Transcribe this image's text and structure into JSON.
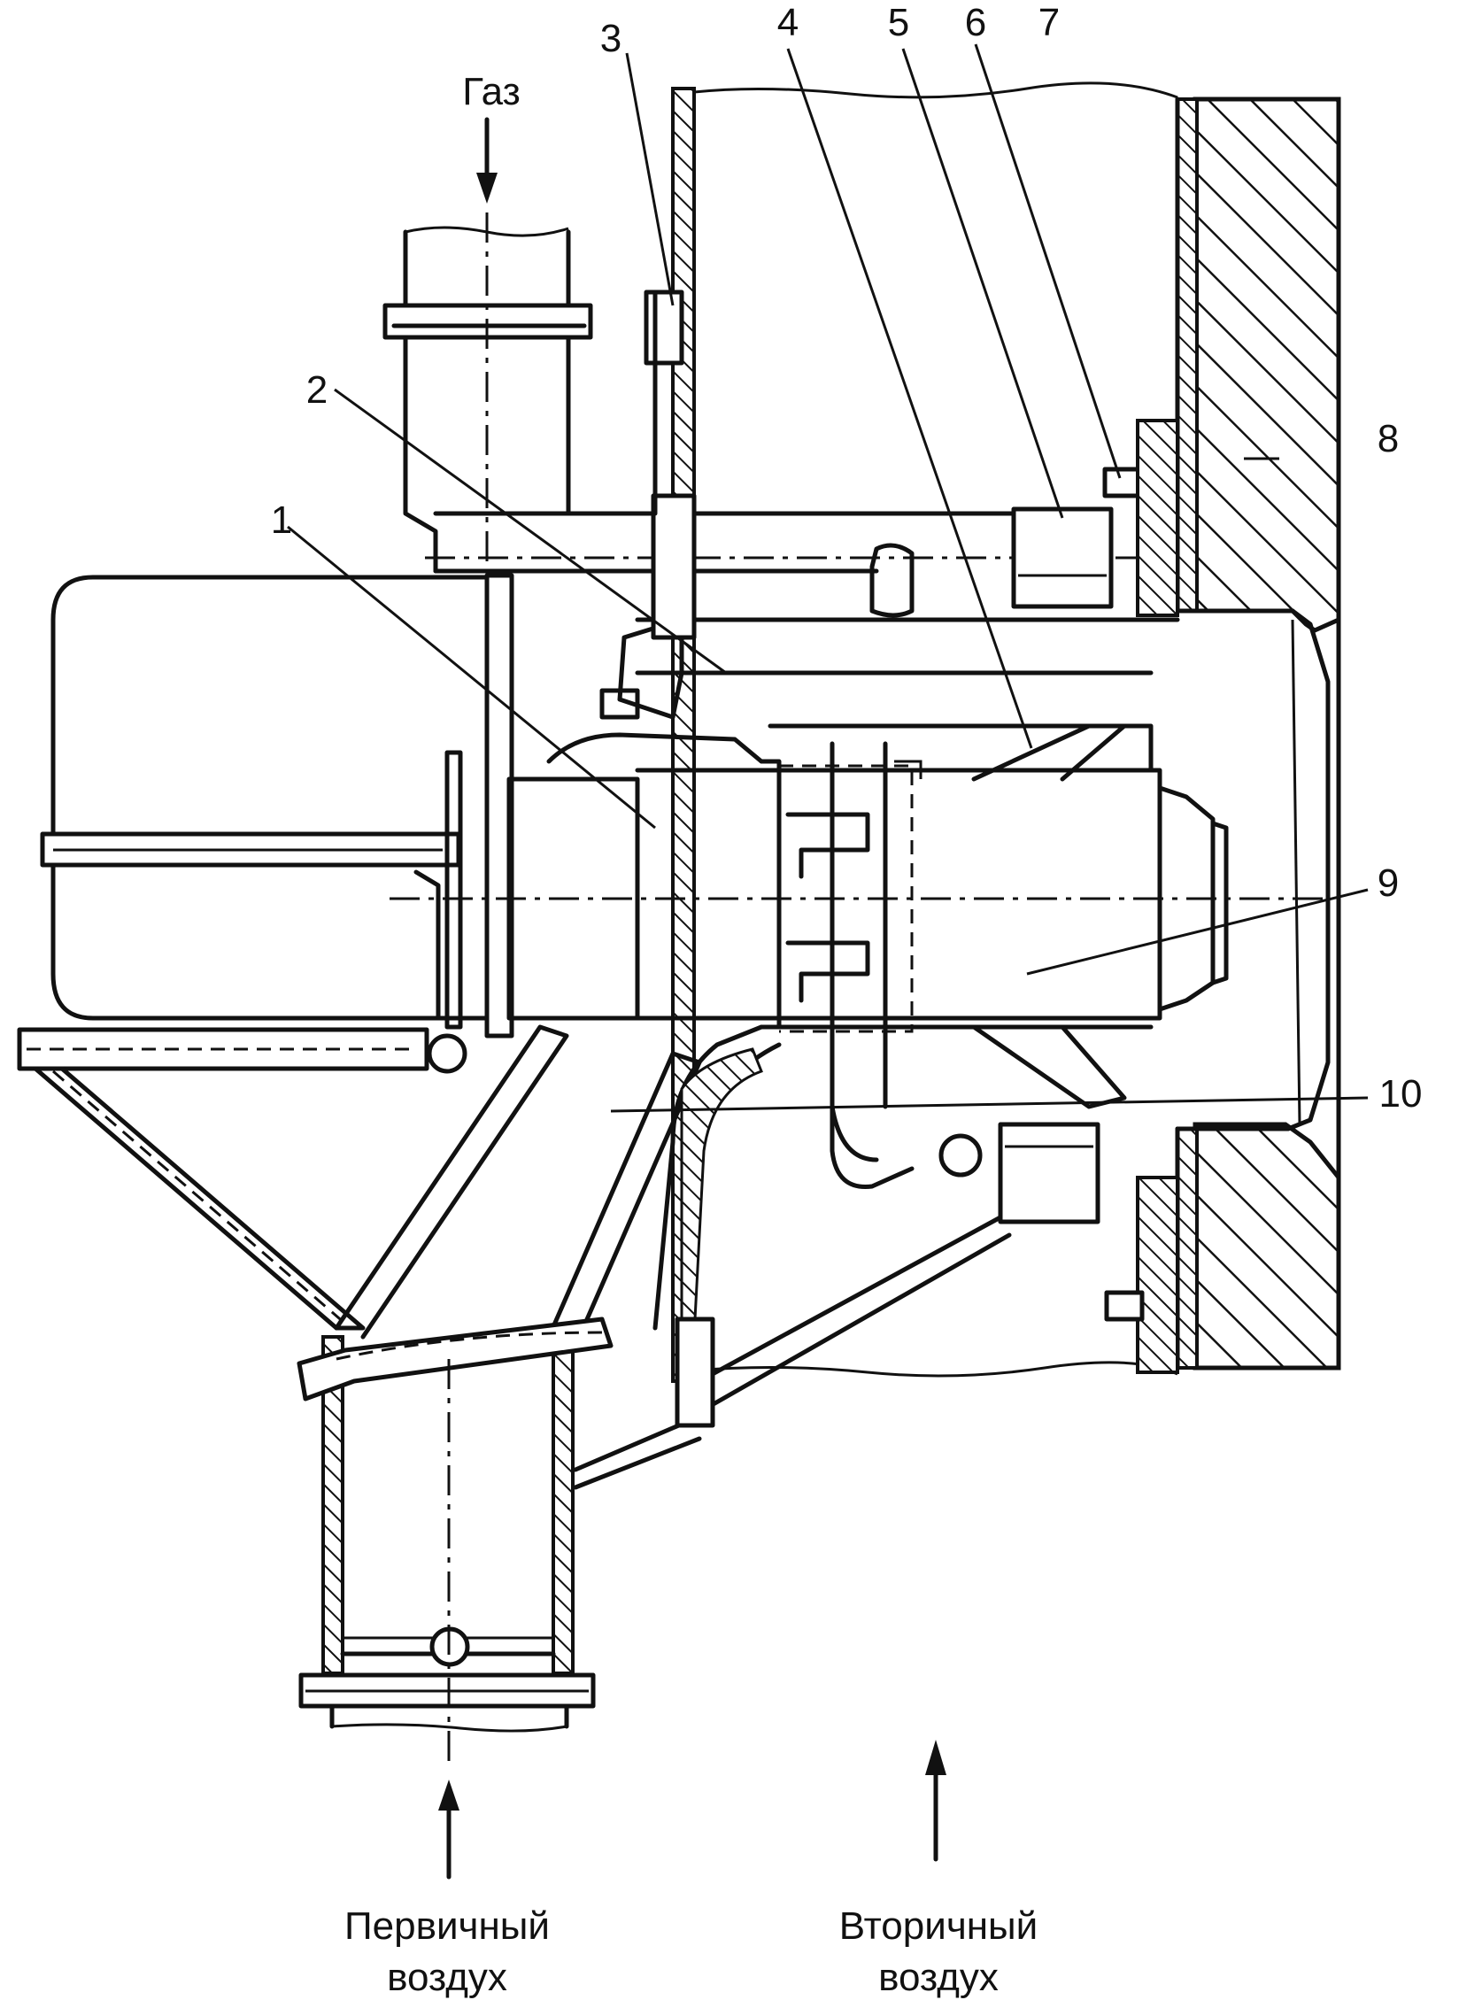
{
  "labels": {
    "gas": "Газ",
    "primary_air_line1": "Первичный",
    "primary_air_line2": "воздух",
    "secondary_air_line1": "Вторичный",
    "secondary_air_line2": "воздух"
  },
  "callouts": [
    "1",
    "2",
    "3",
    "4",
    "5",
    "6",
    "7",
    "8",
    "9",
    "10"
  ]
}
